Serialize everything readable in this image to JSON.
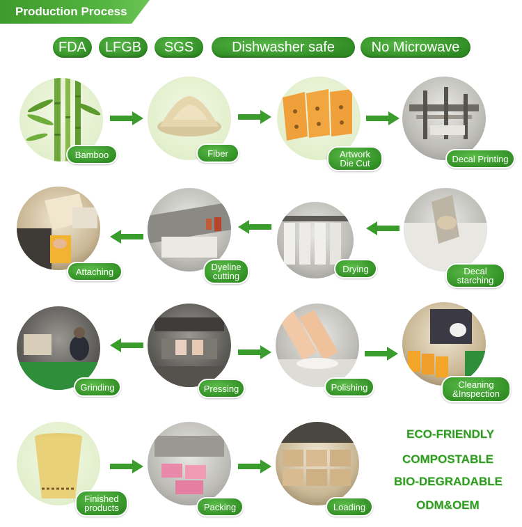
{
  "header": {
    "title": "Production Process"
  },
  "certifications": [
    "FDA",
    "LFGB",
    "SGS",
    "Dishwasher safe",
    "No Microwave"
  ],
  "steps": {
    "bamboo": {
      "label": "Bamboo"
    },
    "fiber": {
      "label": "Fiber"
    },
    "artwork": {
      "line1": "Artwork",
      "line2": "Die Cut"
    },
    "decal_printing": {
      "label": "Decal Printing"
    },
    "attaching": {
      "label": "Attaching"
    },
    "dyeline": {
      "line1": "Dyeline",
      "line2": "cutting"
    },
    "drying": {
      "label": "Drying"
    },
    "decal_starching": {
      "line1": "Decal",
      "line2": "starching"
    },
    "grinding": {
      "label": "Grinding"
    },
    "pressing": {
      "label": "Pressing"
    },
    "polishing": {
      "label": "Polishing"
    },
    "cleaning": {
      "line1": "Cleaning",
      "line2": "&Inspection"
    },
    "finished": {
      "line1": "Finished",
      "line2": "products"
    },
    "packing": {
      "label": "Packing"
    },
    "loading": {
      "label": "Loading"
    }
  },
  "features": [
    "ECO-FRIENDLY",
    "COMPOSTABLE",
    "BIO-DEGRADABLE",
    "ODM&OEM"
  ],
  "colors": {
    "green": "#3a9c2c",
    "text_green": "#2e9a22"
  }
}
